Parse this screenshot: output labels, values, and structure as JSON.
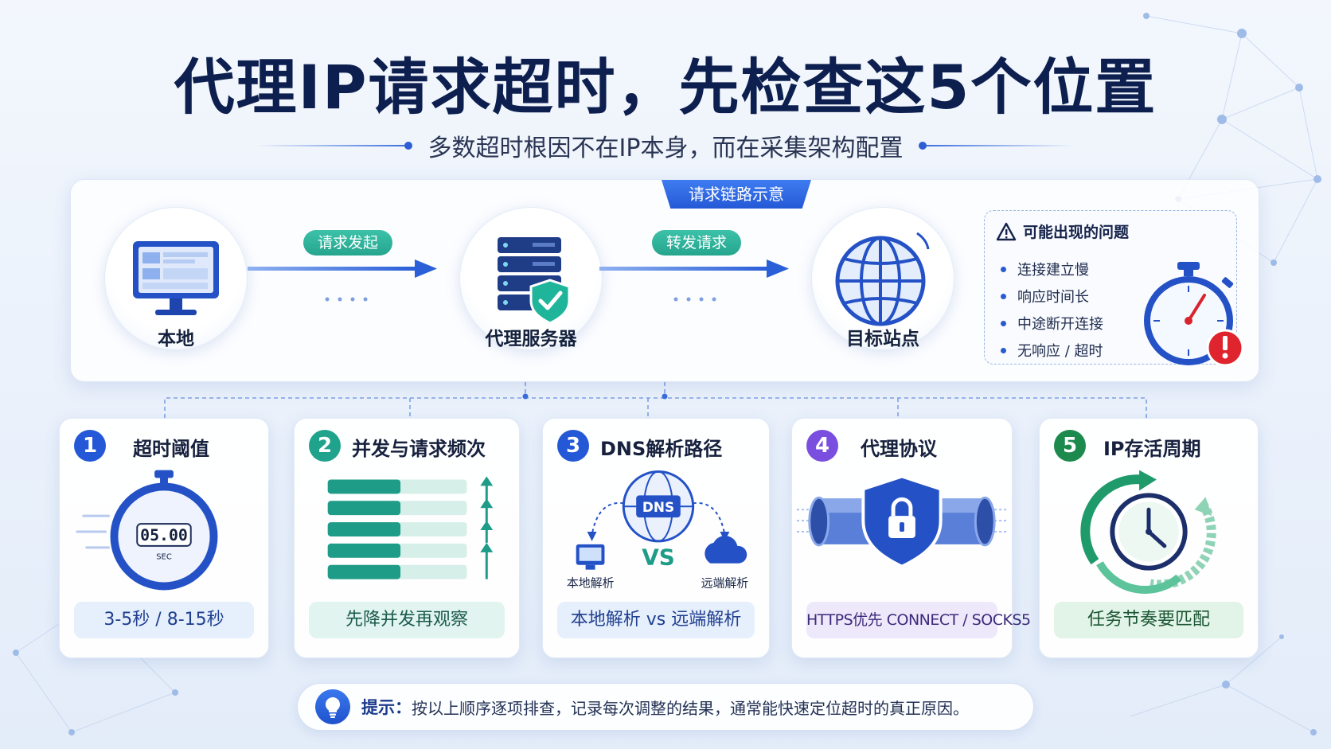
{
  "header": {
    "title": "代理IP请求超时，先检查这5个位置",
    "subtitle": "多数超时根因不在IP本身，而在采集架构配置"
  },
  "flow": {
    "tab_label": "请求链路示意",
    "nodes": [
      {
        "label": "本地",
        "icon": "desktop-monitor-icon"
      },
      {
        "label": "代理服务器",
        "icon": "server-shield-icon"
      },
      {
        "label": "目标站点",
        "icon": "globe-icon"
      }
    ],
    "arrows": [
      {
        "label": "请求发起"
      },
      {
        "label": "转发请求"
      }
    ],
    "issues": {
      "title": "可能出现的问题",
      "items": [
        "连接建立慢",
        "响应时间长",
        "中途断开连接",
        "无响应 / 超时"
      ]
    }
  },
  "cards": [
    {
      "num": "1",
      "title": "超时阈值",
      "pill": "3-5秒 / 8-15秒",
      "stopwatch_text": "05.00",
      "stopwatch_unit": "SEC",
      "color": "#2458d6",
      "pill_bg": "#e6effc",
      "pill_color": "#1f3f8f"
    },
    {
      "num": "2",
      "title": "并发与请求频次",
      "pill": "先降并发再观察",
      "color": "#1fa38d",
      "pill_bg": "#e2f4ef",
      "pill_color": "#1a5a4e"
    },
    {
      "num": "3",
      "title": "DNS解析路径",
      "pill": "本地解析 vs 远端解析",
      "dns_label": "DNS",
      "vs_label": "VS",
      "left_label": "本地解析",
      "right_label": "远端解析",
      "color": "#2458d6",
      "pill_bg": "#e6effc",
      "pill_color": "#1f3f8f"
    },
    {
      "num": "4",
      "title": "代理协议",
      "pill": "HTTPS优先 CONNECT / SOCKS5",
      "color": "#7a4fe0",
      "pill_bg": "#eee8fb",
      "pill_color": "#3b2a7a"
    },
    {
      "num": "5",
      "title": "IP存活周期",
      "pill": "任务节奏要匹配",
      "color": "#1c8a4c",
      "pill_bg": "#e2f4e8",
      "pill_color": "#1b5533"
    }
  ],
  "tip": {
    "label": "提示：",
    "text": "按以上顺序逐项排查，记录每次调整的结果，通常能快速定位超时的真正原因。"
  }
}
